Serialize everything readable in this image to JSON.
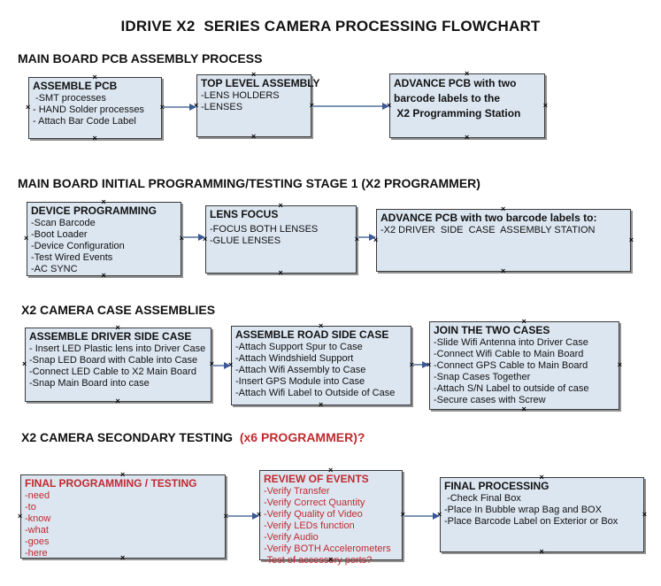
{
  "title": "IDRIVE X2  SERIES CAMERA PROCESSING FLOWCHART",
  "icons": {
    "anchor_glyph": "×",
    "arrowhead": "right-arrowhead"
  },
  "colors": {
    "box_fill": "#dce6f1",
    "box_border": "#3a3a3a",
    "box_shadow": "#919191",
    "red_text": "#c02a2e",
    "arrow_line": "#7d93b2",
    "arrow_head": "#3b5998",
    "text": "#111111"
  },
  "sections": [
    {
      "heading": "MAIN BOARD PCB ASSEMBLY PROCESS",
      "heading_red": "",
      "boxes": [
        {
          "title": "ASSEMBLE PCB",
          "items": [
            " -SMT processes",
            "- HAND Solder processes",
            "- Attach Bar Code Label"
          ]
        },
        {
          "title": "TOP LEVEL ASSEMBLY",
          "items": [
            "-LENS HOLDERS",
            "-LENSES"
          ]
        },
        {
          "title": "ADVANCE PCB with two\nbarcode labels to the\n X2 Programming Station",
          "items": []
        }
      ]
    },
    {
      "heading": "MAIN BOARD INITIAL PROGRAMMING/TESTING STAGE 1 (X2 PROGRAMMER)",
      "heading_red": "",
      "boxes": [
        {
          "title": "DEVICE PROGRAMMING",
          "items": [
            "-Scan Barcode",
            "-Boot Loader",
            "-Device Configuration",
            "-Test Wired Events",
            "-AC SYNC"
          ]
        },
        {
          "title": "LENS FOCUS",
          "items": [
            "-FOCUS BOTH LENSES",
            "-GLUE LENSES"
          ]
        },
        {
          "title": "ADVANCE PCB with two barcode labels to:",
          "items": [
            "-X2 DRIVER  SIDE  CASE  ASSEMBLY STATION"
          ]
        }
      ]
    },
    {
      "heading": "X2 CAMERA CASE ASSEMBLIES",
      "heading_red": "",
      "boxes": [
        {
          "title": "ASSEMBLE DRIVER SIDE CASE",
          "items": [
            "- Insert LED Plastic lens into Driver Case",
            "-Snap LED Board with Cable into Case",
            "-Connect LED Cable to X2 Main Board",
            "-Snap Main Board into case"
          ]
        },
        {
          "title": "ASSEMBLE ROAD SIDE CASE",
          "items": [
            "-Attach Support Spur to Case",
            "-Attach Windshield Support",
            "-Attach Wifi Assembly to Case",
            "-Insert GPS Module into Case",
            "-Attach Wifi Label to Outside of Case"
          ]
        },
        {
          "title": "JOIN THE TWO CASES",
          "items": [
            "-Slide Wifi Antenna into Driver Case",
            "-Connect Wifi Cable to Main Board",
            "-Connect GPS Cable to Main Board",
            "-Snap Cases Together",
            "-Attach S/N Label to outside of case",
            "-Secure cases with Screw"
          ]
        }
      ]
    },
    {
      "heading": "X2 CAMERA SECONDARY TESTING ",
      "heading_red": " (x6 PROGRAMMER)?",
      "boxes": [
        {
          "title": "FINAL PROGRAMMING / TESTING",
          "items": [
            "-need",
            "-to",
            "-know",
            "-what",
            "-goes",
            "-here"
          ]
        },
        {
          "title": "REVIEW OF EVENTS",
          "items": [
            "-Verify Transfer",
            "-Verify Correct Quantity",
            "-Verify Quality of Video",
            "-Verify LEDs function",
            "-Verify Audio",
            "-Verify BOTH Accelerometers",
            "-Test of accessory ports?"
          ]
        },
        {
          "title": "FINAL PROCESSING",
          "items": [
            " -Check Final Box",
            "-Place In Bubble wrap Bag and BOX",
            "-Place Barcode Label on Exterior or Box"
          ]
        }
      ]
    }
  ]
}
